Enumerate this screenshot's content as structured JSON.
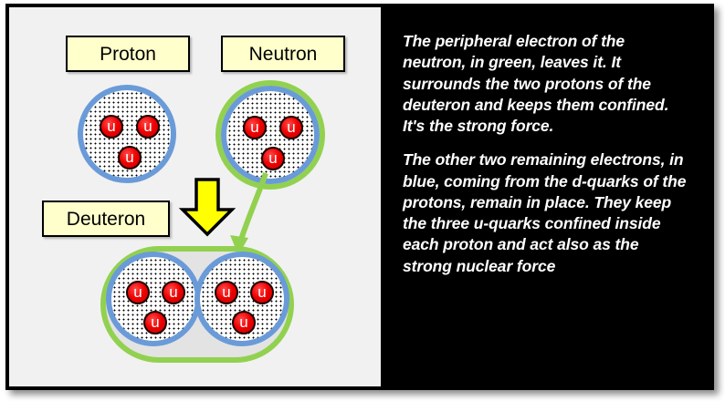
{
  "slide": {
    "background_color": "#f1f1f1",
    "border_color": "#000000"
  },
  "diagram": {
    "labels": {
      "proton": "Proton",
      "neutron": "Neutron",
      "deuteron": "Deuteron"
    },
    "quark_label": "u",
    "colors": {
      "label_box_fill": "#ffffcc",
      "proton_ring": "#6a9bd8",
      "electron_green": "#92d14f",
      "quark_red": "#ee0000",
      "arrow_yellow": "#ffff00",
      "capsule_fill": "#e3e3e3"
    },
    "proton": {
      "quarks": [
        "u",
        "u",
        "u"
      ]
    },
    "neutron": {
      "quarks": [
        "u",
        "u",
        "u"
      ]
    },
    "deuteron": {
      "proton_a": {
        "quarks": [
          "u",
          "u",
          "u"
        ]
      },
      "proton_b": {
        "quarks": [
          "u",
          "u",
          "u"
        ]
      }
    }
  },
  "text_panel": {
    "background_color": "#000000",
    "text_color": "#ffffff",
    "paragraphs": [
      "The peripheral electron of the neutron, in green, leaves it.  It surrounds the two protons of the deuteron and keeps them confined. It's the strong force.",
      "The other two remaining electrons, in blue, coming from the d-quarks of the protons, remain in place. They keep the three u-quarks confined inside each proton and act also as the strong nuclear force"
    ]
  }
}
